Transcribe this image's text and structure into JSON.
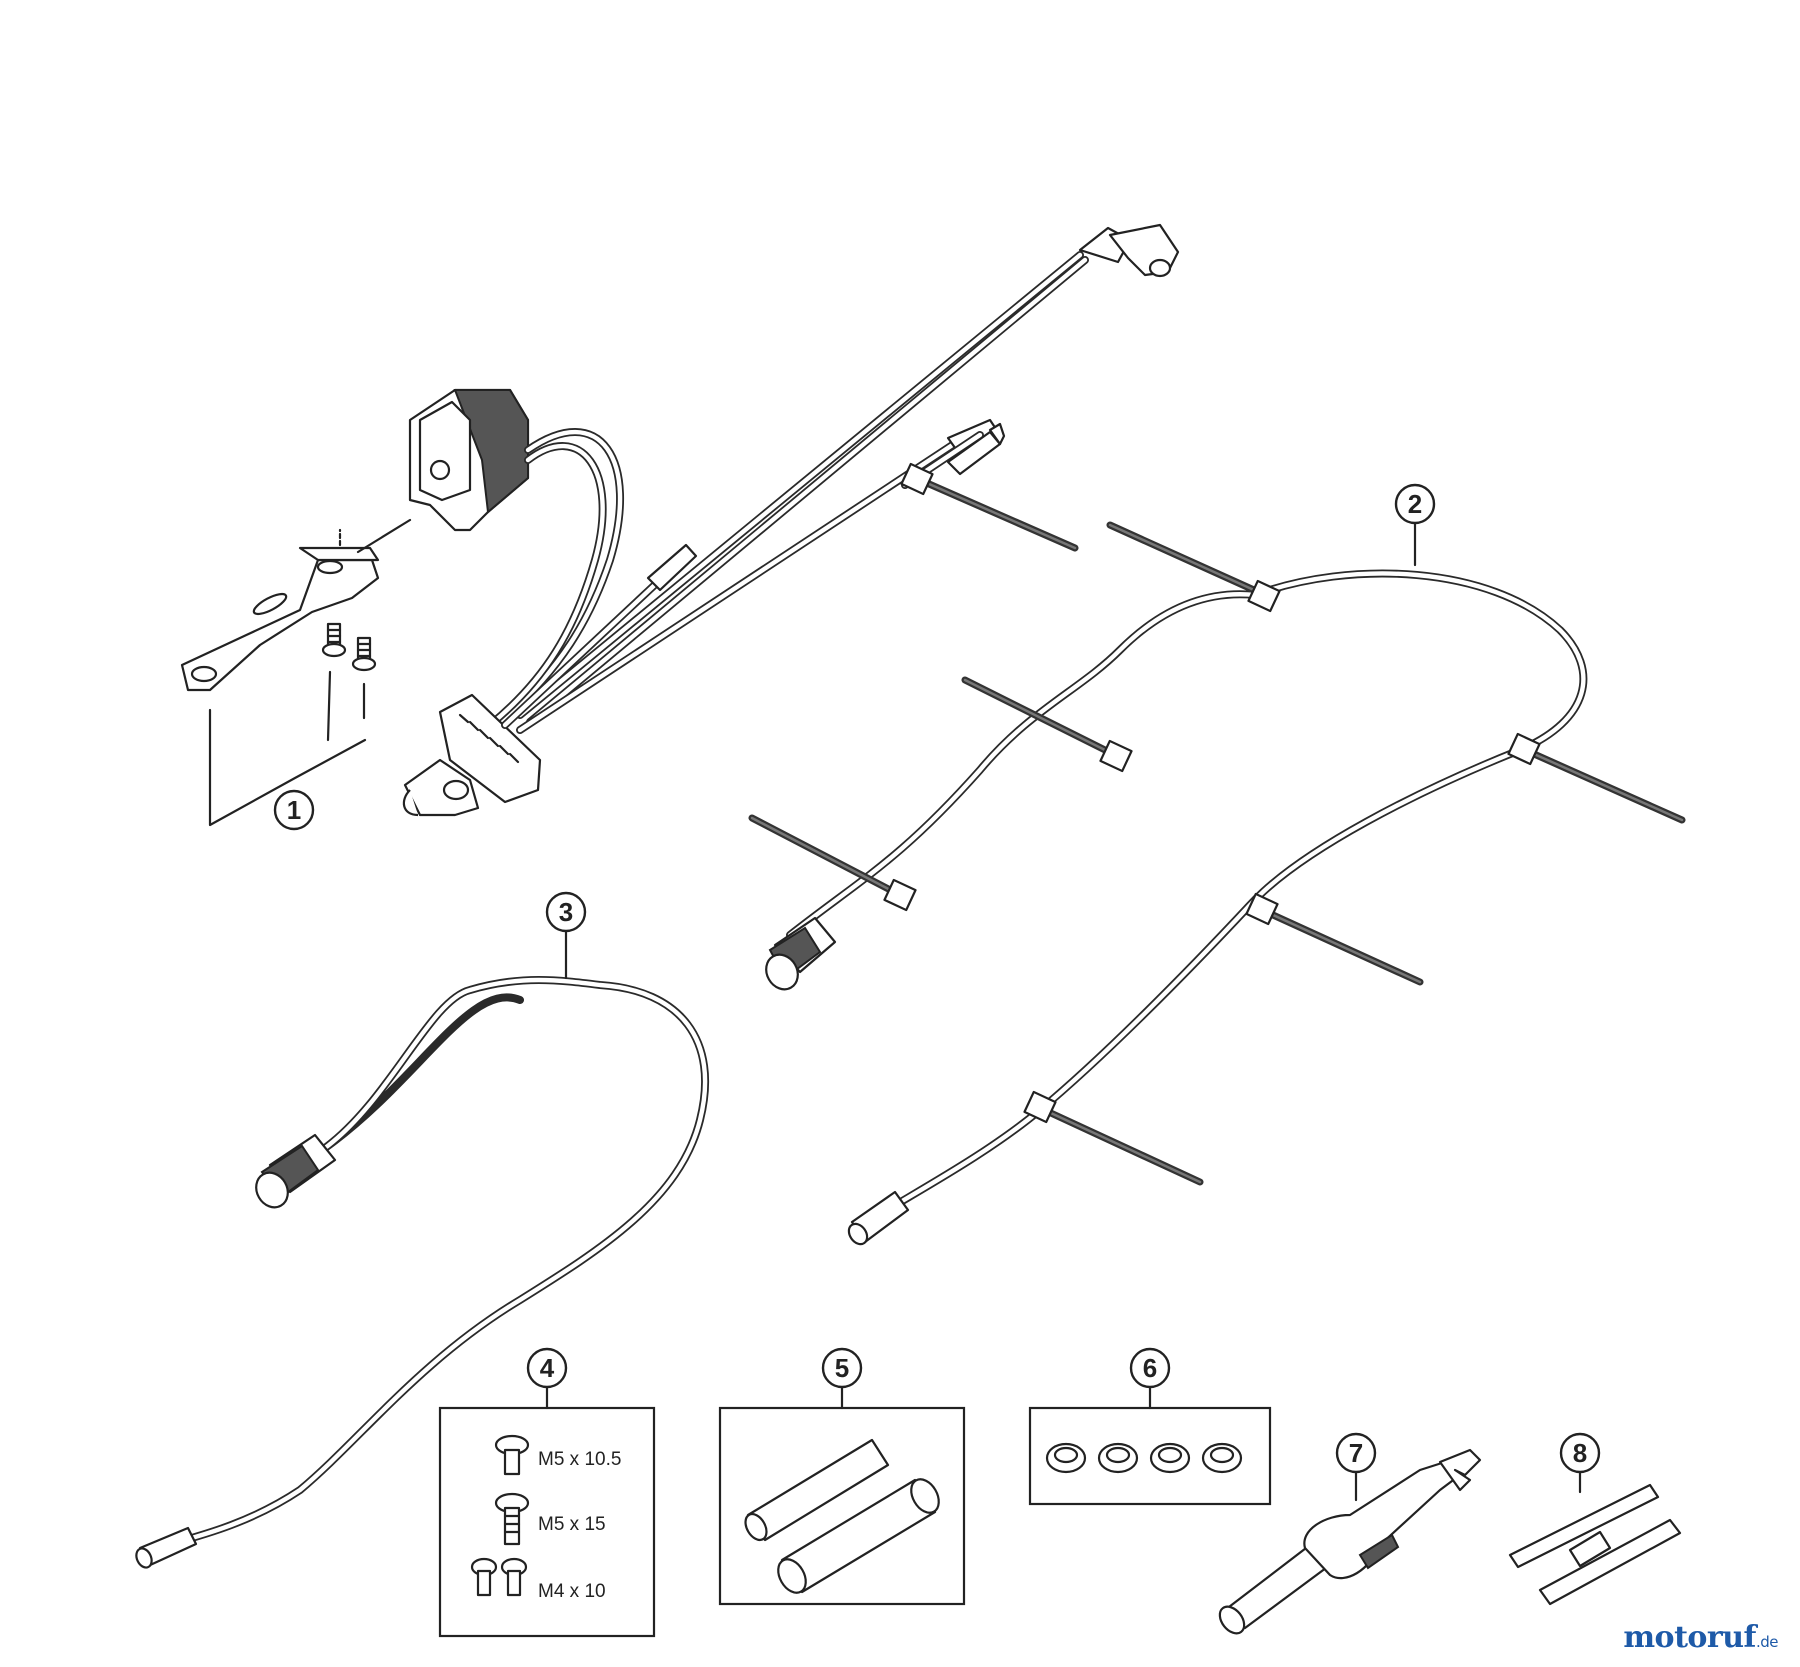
{
  "callouts": [
    {
      "id": "1",
      "label": "1"
    },
    {
      "id": "2",
      "label": "2"
    },
    {
      "id": "3",
      "label": "3"
    },
    {
      "id": "4",
      "label": "4"
    },
    {
      "id": "5",
      "label": "5"
    },
    {
      "id": "6",
      "label": "6"
    },
    {
      "id": "7",
      "label": "7"
    },
    {
      "id": "8",
      "label": "8"
    }
  ],
  "bolt_specs": [
    "M5 x 10.5",
    "M5 x 15",
    "M4 x 10"
  ],
  "watermark": {
    "main": "motoruf",
    "suffix": ".de"
  }
}
